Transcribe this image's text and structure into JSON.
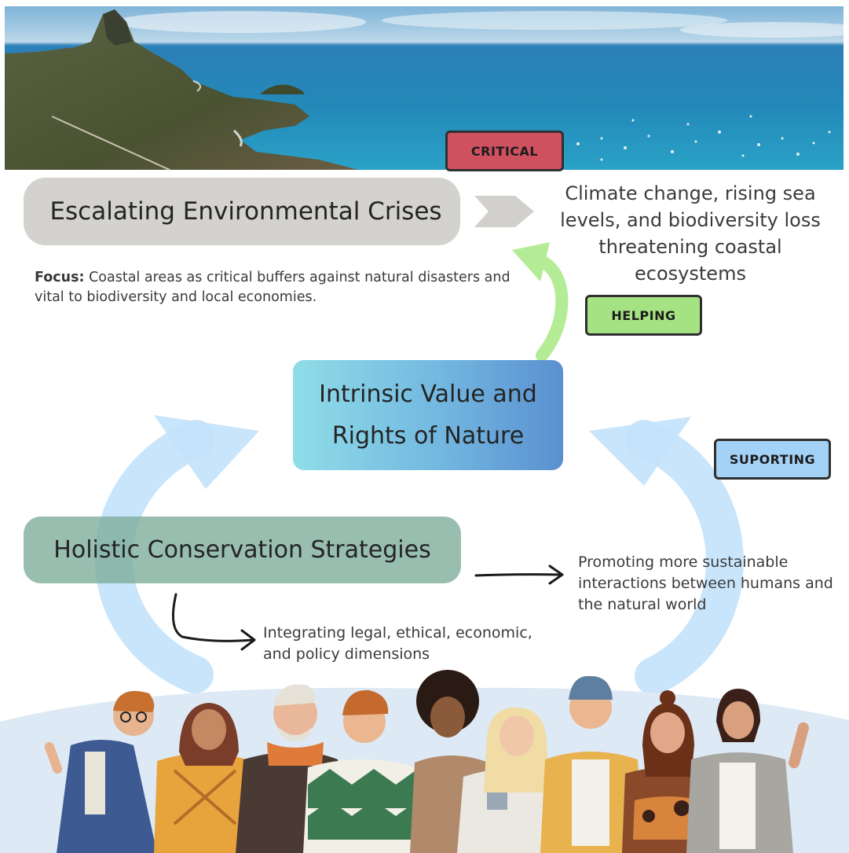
{
  "tags": {
    "critical": "CRITICAL",
    "helping": "HELPING",
    "suporting": "SUPORTING"
  },
  "crises": {
    "title": "Escalating Environmental Crises",
    "description": "Climate change, rising sea levels, and biodiversity loss threatening coastal ecosystems"
  },
  "focus": {
    "label": "Focus:",
    "text": " Coastal areas as critical buffers against natural disasters and vital to biodiversity and local economies."
  },
  "intrinsic": {
    "line1": "Intrinsic Value and",
    "line2": "Rights of Nature"
  },
  "holistic": {
    "title": "Holistic Conservation Strategies",
    "promote": "Promoting more sustainable interactions between humans and the natural world",
    "integrate": "Integrating legal, ethical, economic, and policy dimensions"
  },
  "colors": {
    "critical": "#cf5160",
    "helping": "#a5e283",
    "suporting": "#a4d2f7",
    "crises_box": "#d4d2cf",
    "holistic_box": "#7bac98",
    "intrinsic_box": "#72b7e0",
    "green_arrow": "#b3ec94",
    "blue_arrow": "#c3e2fb"
  },
  "icons": [
    "chevron-right-icon",
    "curved-up-arrow-icon",
    "pointer-arrow-icon",
    "people-illustration"
  ]
}
